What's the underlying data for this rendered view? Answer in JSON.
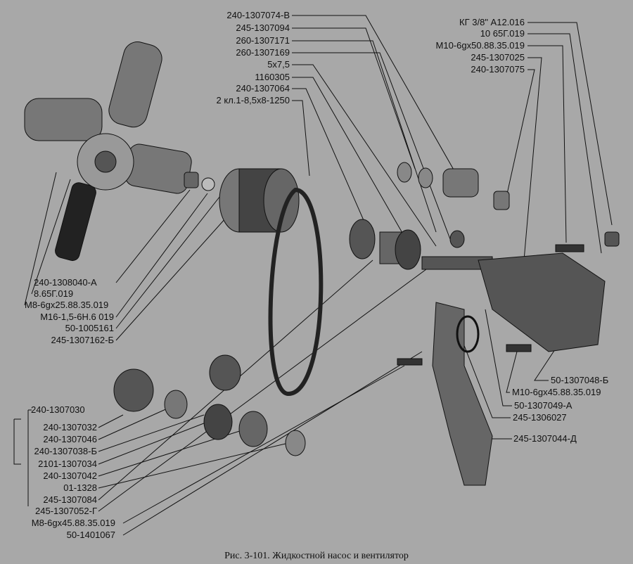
{
  "labels_top_center": [
    "240-1307074-В",
    "245-1307094",
    "260-1307171",
    "260-1307169",
    "5x7,5",
    "1160305",
    "240-1307064",
    "2 кл.1-8,5x8-1250"
  ],
  "labels_top_right": [
    "КГ 3/8\" А12.016",
    "10 65Г.019",
    "М10-6gx50.88.35.019",
    "245-1307025",
    "240-1307075"
  ],
  "labels_left_mid": [
    "240-1308040-А",
    "8.65Г.019",
    "М8-6gx25.88.35.019",
    "М16-1,5-6Н.6 019",
    "50-1005161",
    "245-1307162-Б"
  ],
  "labels_bottom_left": [
    "240-1307030",
    "240-1307032",
    "240-1307046",
    "240-1307038-Б",
    "2101-1307034",
    "240-1307042",
    "01-1328",
    "245-1307084",
    "245-1307052-Г",
    "М8-6gx45.88.35.019",
    "50-1401067"
  ],
  "labels_right": [
    "50-1307048-Б",
    "М10-6gx45.88.35.019",
    "50-1307049-А",
    "245-1306027",
    "245-1307044-Д"
  ],
  "caption": "Рис. 3-101. Жидкостной насос и вентилятор"
}
